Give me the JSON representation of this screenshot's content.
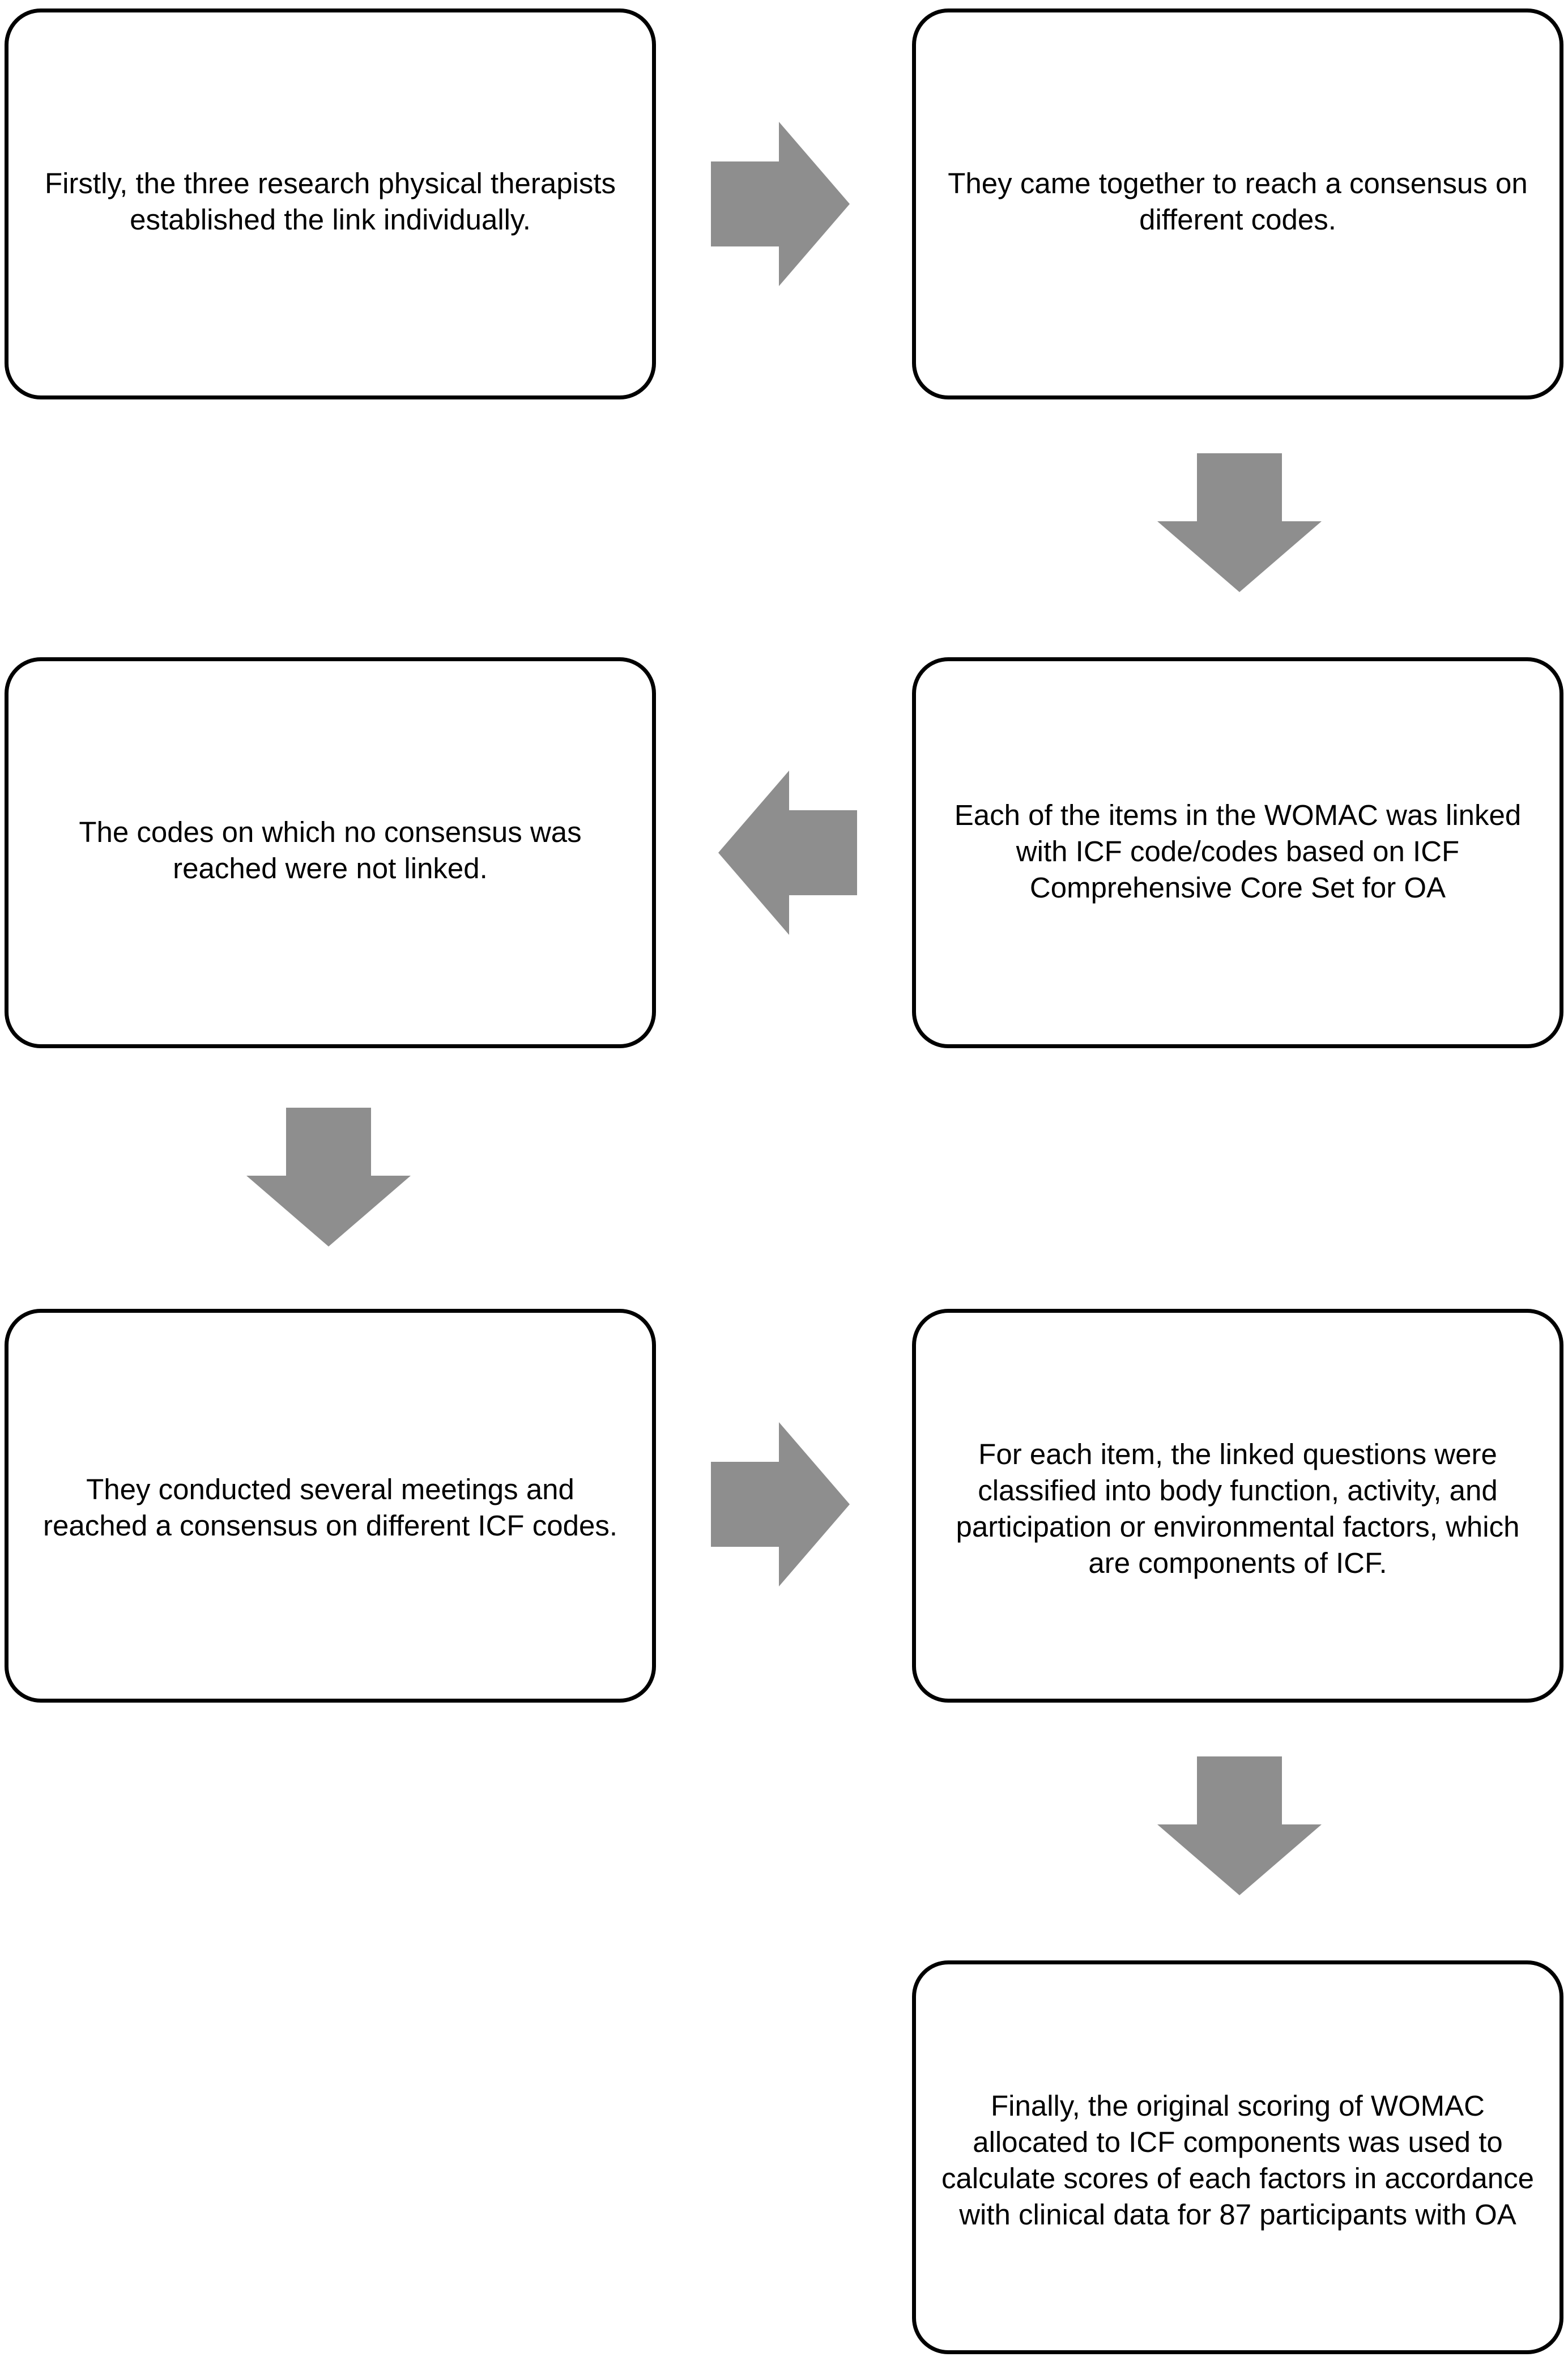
{
  "colors": {
    "box_border": "#000000",
    "box_fill": "#ffffff",
    "arrow_fill": "#8e8e8e",
    "text": "#000000"
  },
  "boxes": [
    {
      "lines": [
        "Firstly, the three research physical therapists",
        "established the link individually."
      ]
    },
    {
      "lines": [
        "They came together to reach a consensus on",
        "different codes."
      ]
    },
    {
      "lines": [
        "The codes on which no consensus was",
        "reached were not linked."
      ]
    },
    {
      "lines": [
        "Each of the items in the WOMAC was linked",
        "with ICF code/codes based on ICF",
        "Comprehensive Core Set for OA"
      ]
    },
    {
      "lines": [
        "They conducted several meetings and",
        "reached a consensus on different ICF codes."
      ]
    },
    {
      "lines": [
        "For each item, the linked questions were",
        "classified into body function, activity, and",
        "participation or environmental factors, which",
        "are components of ICF."
      ]
    },
    {
      "lines": [
        "Finally, the original scoring of WOMAC",
        "allocated to ICF components was used to",
        "calculate scores of each factors in accordance",
        "with clinical data for 87 participants with OA"
      ]
    }
  ],
  "arrows": [
    {
      "direction": "right"
    },
    {
      "direction": "down"
    },
    {
      "direction": "left"
    },
    {
      "direction": "down"
    },
    {
      "direction": "right"
    },
    {
      "direction": "down"
    }
  ]
}
